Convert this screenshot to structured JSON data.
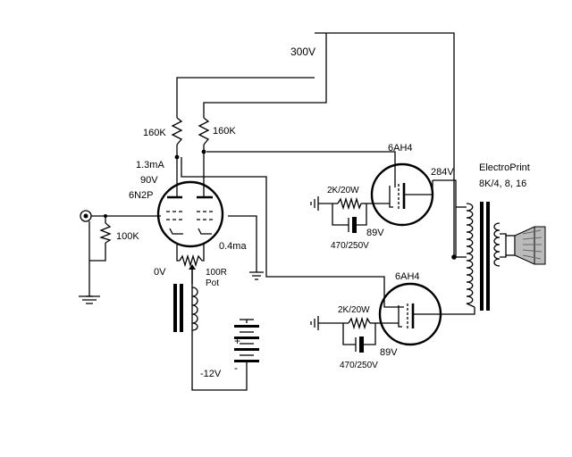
{
  "labels": {
    "supply_voltage": "300V",
    "plate_resistor_left": "160K",
    "plate_resistor_right": "160K",
    "current_driver": "1.3mA",
    "voltage_driver": "90V",
    "driver_tube": "6N2P",
    "grid_resistor": "100K",
    "cathode_voltage": "0V",
    "tail_current": "0.4ma",
    "pot_value": "100R",
    "pot_label": "Pot",
    "bias_voltage": "-12V",
    "upper_tube": "6AH4",
    "lower_tube": "6AH4",
    "plate_voltage": "284V",
    "upper_cathode_resistor": "2K/20W",
    "lower_cathode_resistor": "2K/20W",
    "upper_cathode_voltage": "89V",
    "lower_cathode_voltage": "89V",
    "upper_bypass_cap": "470/250V",
    "lower_bypass_cap": "470/250V",
    "transformer_name": "ElectroPrint",
    "transformer_taps": "8K/4, 8, 16",
    "battery_plus": "+",
    "battery_minus": "-"
  }
}
